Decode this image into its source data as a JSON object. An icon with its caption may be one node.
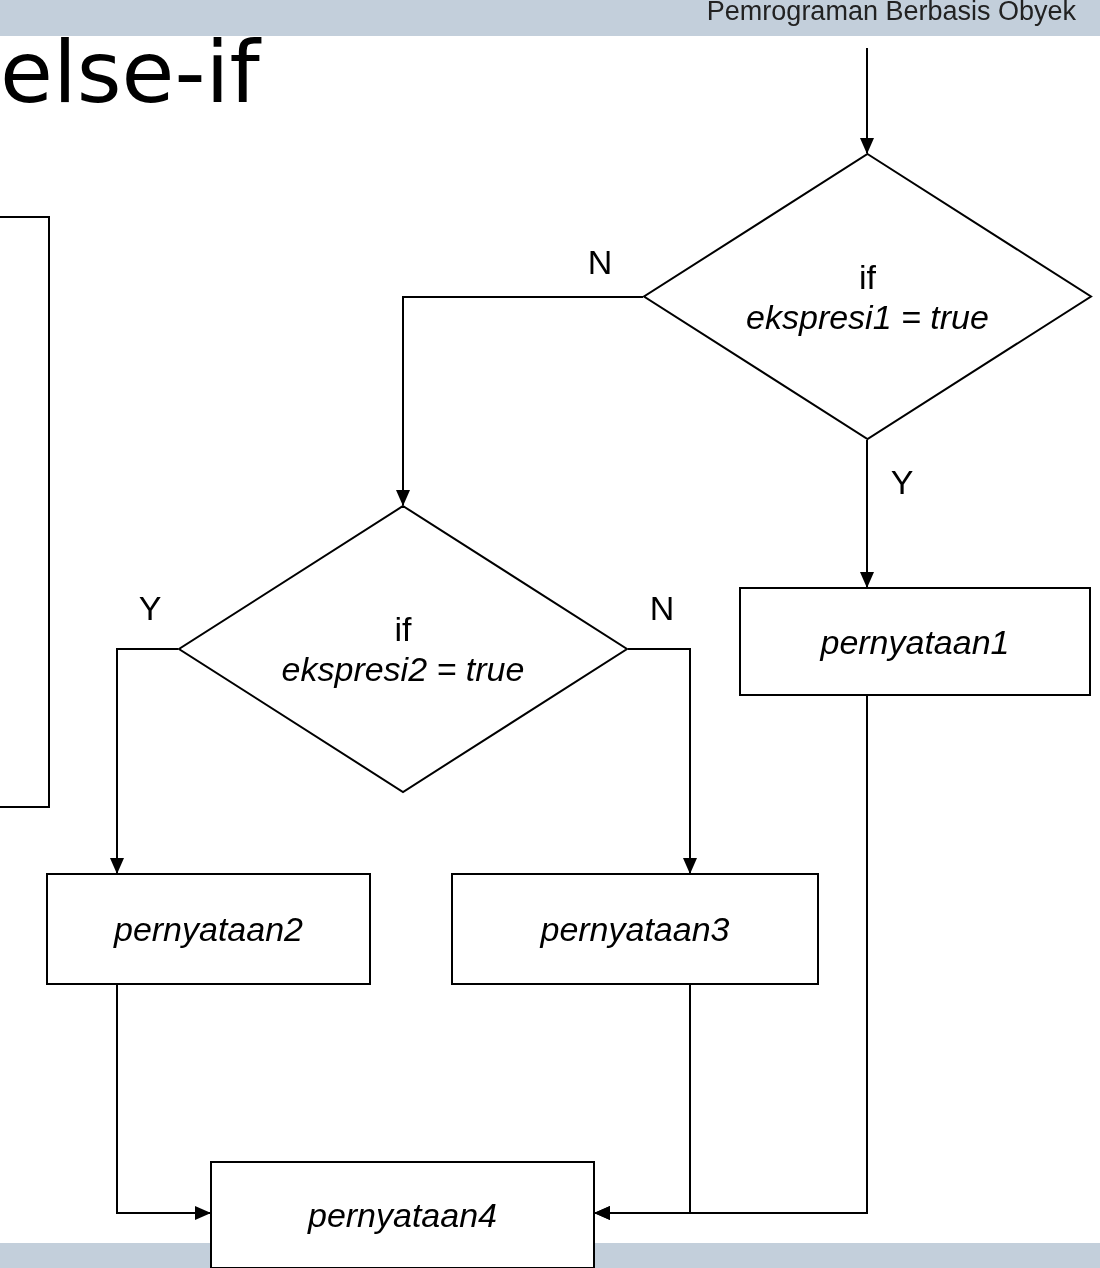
{
  "diagram": {
    "title": "else-if",
    "nodes": [
      {
        "text": [
          "if",
          "ekspresi1 = true"
        ]
      },
      {
        "text": [
          "pernyataan1"
        ]
      },
      {
        "text": [
          "if",
          "ekspresi2 = true"
        ]
      },
      {
        "text": [
          "pernyataan2"
        ]
      },
      {
        "text": [
          "pernyataan3"
        ]
      },
      {
        "text": [
          "pernyataan4"
        ]
      },
      {
        "text": [],
        "shape": "box"
      }
    ],
    "edges": [
      {
        "from": null,
        "to": 0,
        "arrow": "to"
      },
      {
        "from": 0,
        "to": 1,
        "arrow": "to",
        "label": "Y"
      },
      {
        "from": 0,
        "to": 2,
        "arrow": "to",
        "label": "N"
      },
      {
        "from": 2,
        "to": 3,
        "arrow": "to",
        "label": "Y"
      },
      {
        "from": 2,
        "to": 4,
        "arrow": "to",
        "label": "N"
      },
      {
        "from": 3,
        "to": 5,
        "arrow": "to"
      },
      {
        "from": 4,
        "to": 5,
        "arrow": "to"
      },
      {
        "from": 1,
        "to": 5,
        "arrow": "to"
      }
    ],
    "labels": [
      "Pemrograman Berbasis Obyek"
    ]
  }
}
